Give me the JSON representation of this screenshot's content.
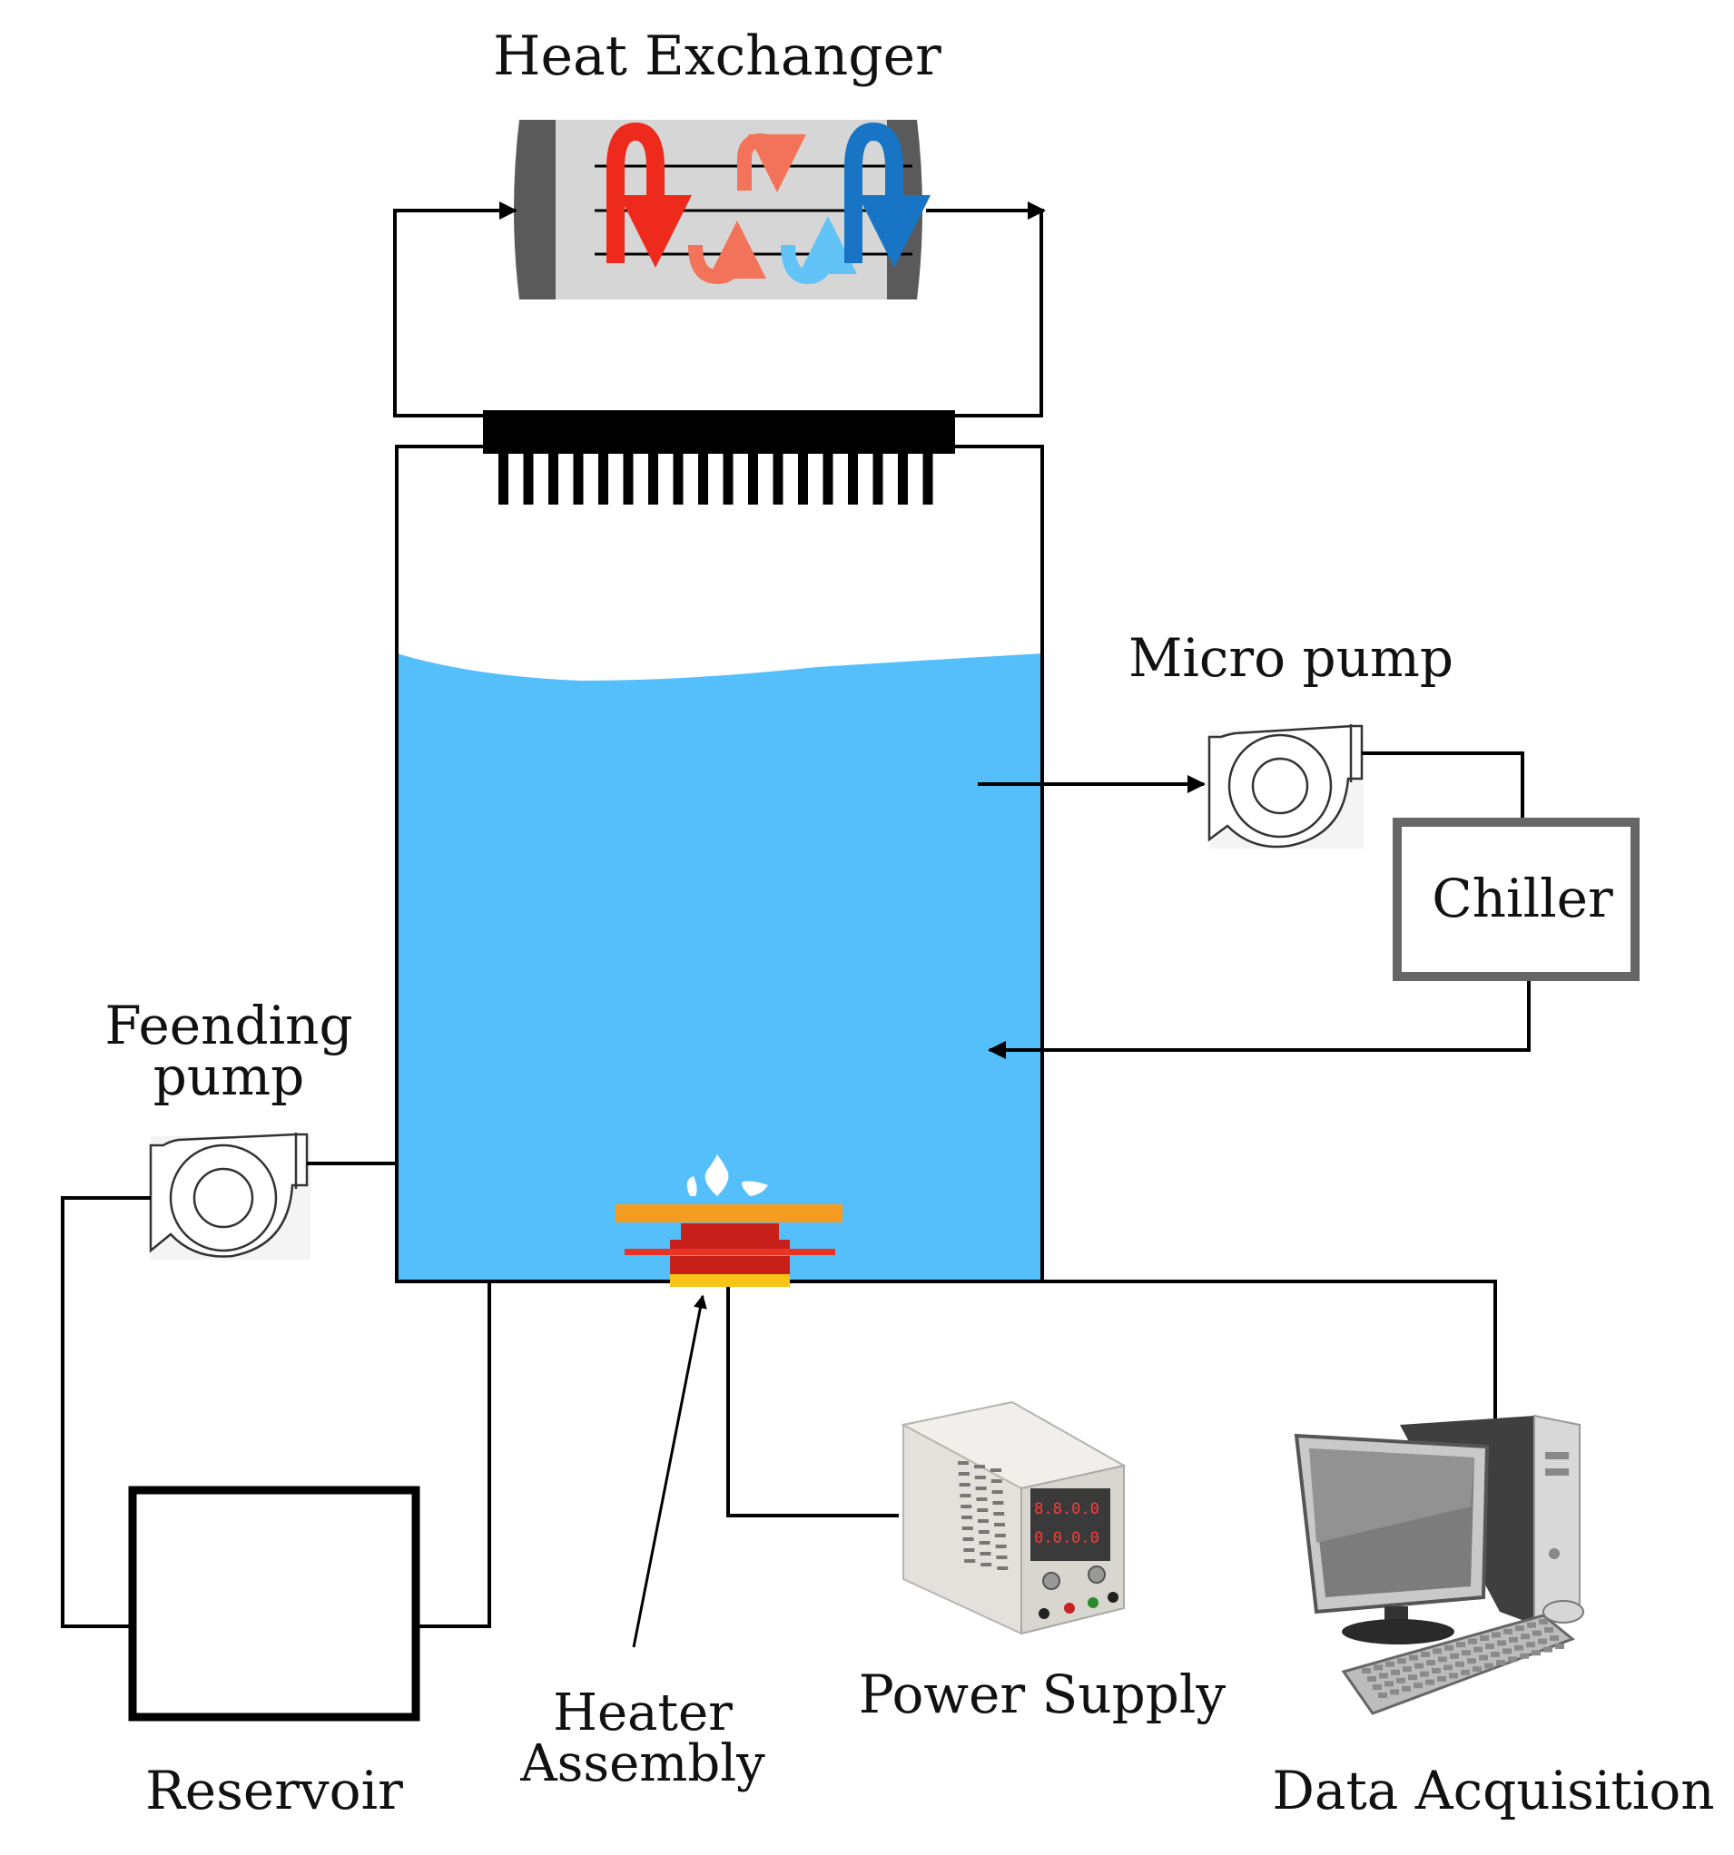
{
  "labels": {
    "heat_exchanger": "Heat Exchanger",
    "micro_pump": "Micro pump",
    "chiller": "Chiller",
    "feeding_pump_line1": "Feending",
    "feeding_pump_line2": "pump",
    "reservoir": "Reservoir",
    "heater_line1": "Heater",
    "heater_line2": "Assembly",
    "power_supply": "Power Supply",
    "data_acquisition": "Data Acquisition"
  },
  "power_supply_display": {
    "top": "8.8.0.0",
    "bottom": "0.0.0.0"
  },
  "colors": {
    "water": "#55bffb",
    "hot_flow": "#ee2a1c",
    "warm_flow": "#f2735a",
    "cold_flow": "#1874c4",
    "cool_flow": "#62c3f6",
    "exchanger_body": "#d6d6d6",
    "exchanger_cap": "#5a5a5a",
    "heater_orange": "#f59c22",
    "heater_red": "#c8201a",
    "heater_yellow": "#f7c516"
  },
  "icons": [
    "heat-exchanger-icon",
    "condenser-fins-icon",
    "micro-pump-icon",
    "feeding-pump-icon",
    "heater-icon",
    "power-supply-icon",
    "computer-icon"
  ]
}
